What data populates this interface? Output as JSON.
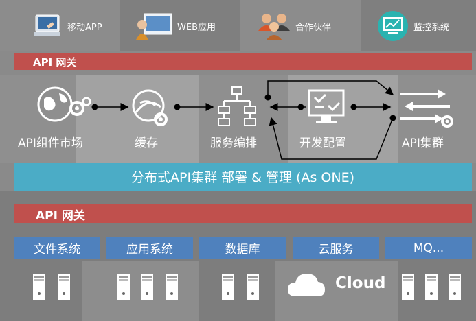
{
  "top_apps": [
    {
      "label": "移动APP",
      "icon": "mobile-app-icon"
    },
    {
      "label": "WEB应用",
      "icon": "web-app-icon"
    },
    {
      "label": "合作伙伴",
      "icon": "partners-icon"
    },
    {
      "label": "监控系统",
      "icon": "monitor-system-icon"
    }
  ],
  "gateway_top": {
    "label": "API 网关"
  },
  "middle": {
    "nodes": [
      {
        "label": "API组件市场",
        "icon": "api-market-icon"
      },
      {
        "label": "缓存",
        "icon": "cache-icon"
      },
      {
        "label": "服务编排",
        "icon": "service-orchestration-icon"
      },
      {
        "label": "开发配置",
        "icon": "dev-config-icon"
      },
      {
        "label": "API集群",
        "icon": "api-cluster-icon"
      }
    ]
  },
  "cluster_bar": {
    "label": "分布式API集群 部署 & 管理 (As ONE)"
  },
  "gateway_bottom": {
    "label": "API 网关"
  },
  "backends": [
    {
      "label": "文件系统"
    },
    {
      "label": "应用系统"
    },
    {
      "label": "数据库"
    },
    {
      "label": "云服务"
    },
    {
      "label": "MQ..."
    }
  ],
  "cloud": {
    "label": "Cloud",
    "icon": "cloud-icon"
  },
  "colors": {
    "gateway_red": "#c0504d",
    "cluster_teal": "#4bacc6",
    "backend_blue": "#4f81bd",
    "background_gray": "#8a8a8a"
  }
}
